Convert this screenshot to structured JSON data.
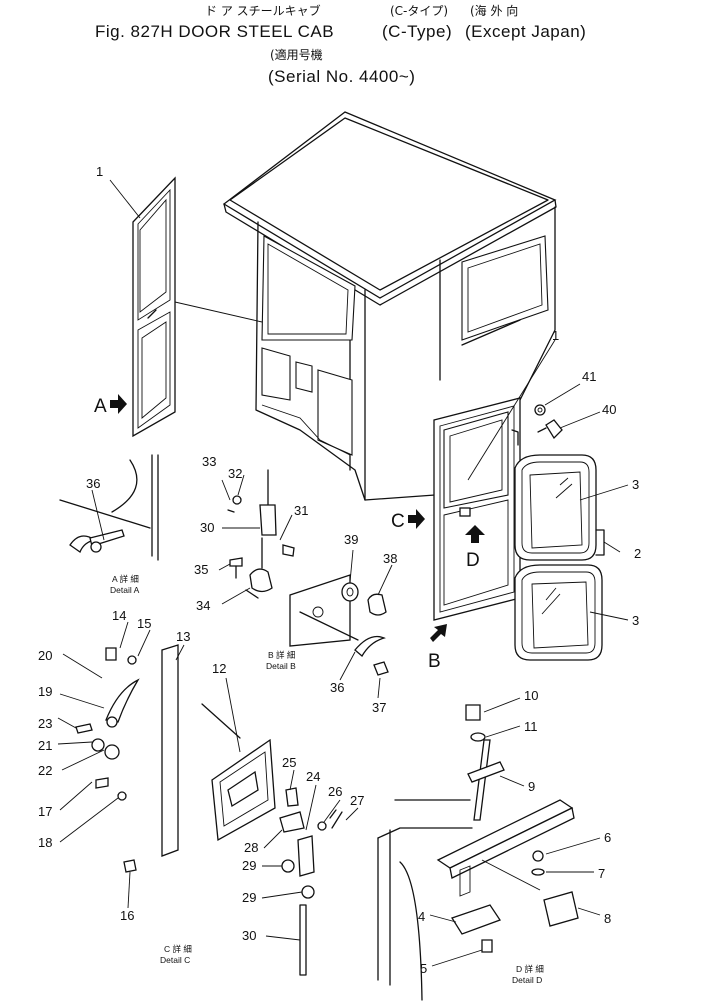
{
  "header": {
    "line1_kana": "ド ア スチールキャブ",
    "line1_ctype_jp": "(C-タイプ)",
    "line1_region_jp": "(海  外  向",
    "figure_label": "Fig. 827H DOOR STEEL CAB",
    "ctype_en": "(C-Type)",
    "region_en": "(Except Japan)",
    "serial_jp": "(適用号機",
    "serial_en": "(Serial No. 4400~)"
  },
  "callouts": [
    "1",
    "1",
    "41",
    "40",
    "3",
    "2",
    "3",
    "33",
    "32",
    "31",
    "36",
    "30",
    "39",
    "38",
    "35",
    "34",
    "14",
    "15",
    "13",
    "12",
    "20",
    "19",
    "23",
    "21",
    "22",
    "17",
    "18",
    "16",
    "10",
    "11",
    "9",
    "25",
    "24",
    "26",
    "27",
    "28",
    "29",
    "29",
    "30",
    "6",
    "7",
    "8",
    "4",
    "5",
    "36",
    "37"
  ],
  "view_arrows": {
    "a": "A",
    "b": "B",
    "c": "C",
    "d": "D"
  },
  "detail_labels": {
    "a_jp": "A 詳 細",
    "a_en": "Detail A",
    "b_jp": "B 詳 細",
    "b_en": "Detail B",
    "c_jp": "C 詳 細",
    "c_en": "Detail C",
    "d_jp": "D 詳 細",
    "d_en": "Detail D"
  }
}
